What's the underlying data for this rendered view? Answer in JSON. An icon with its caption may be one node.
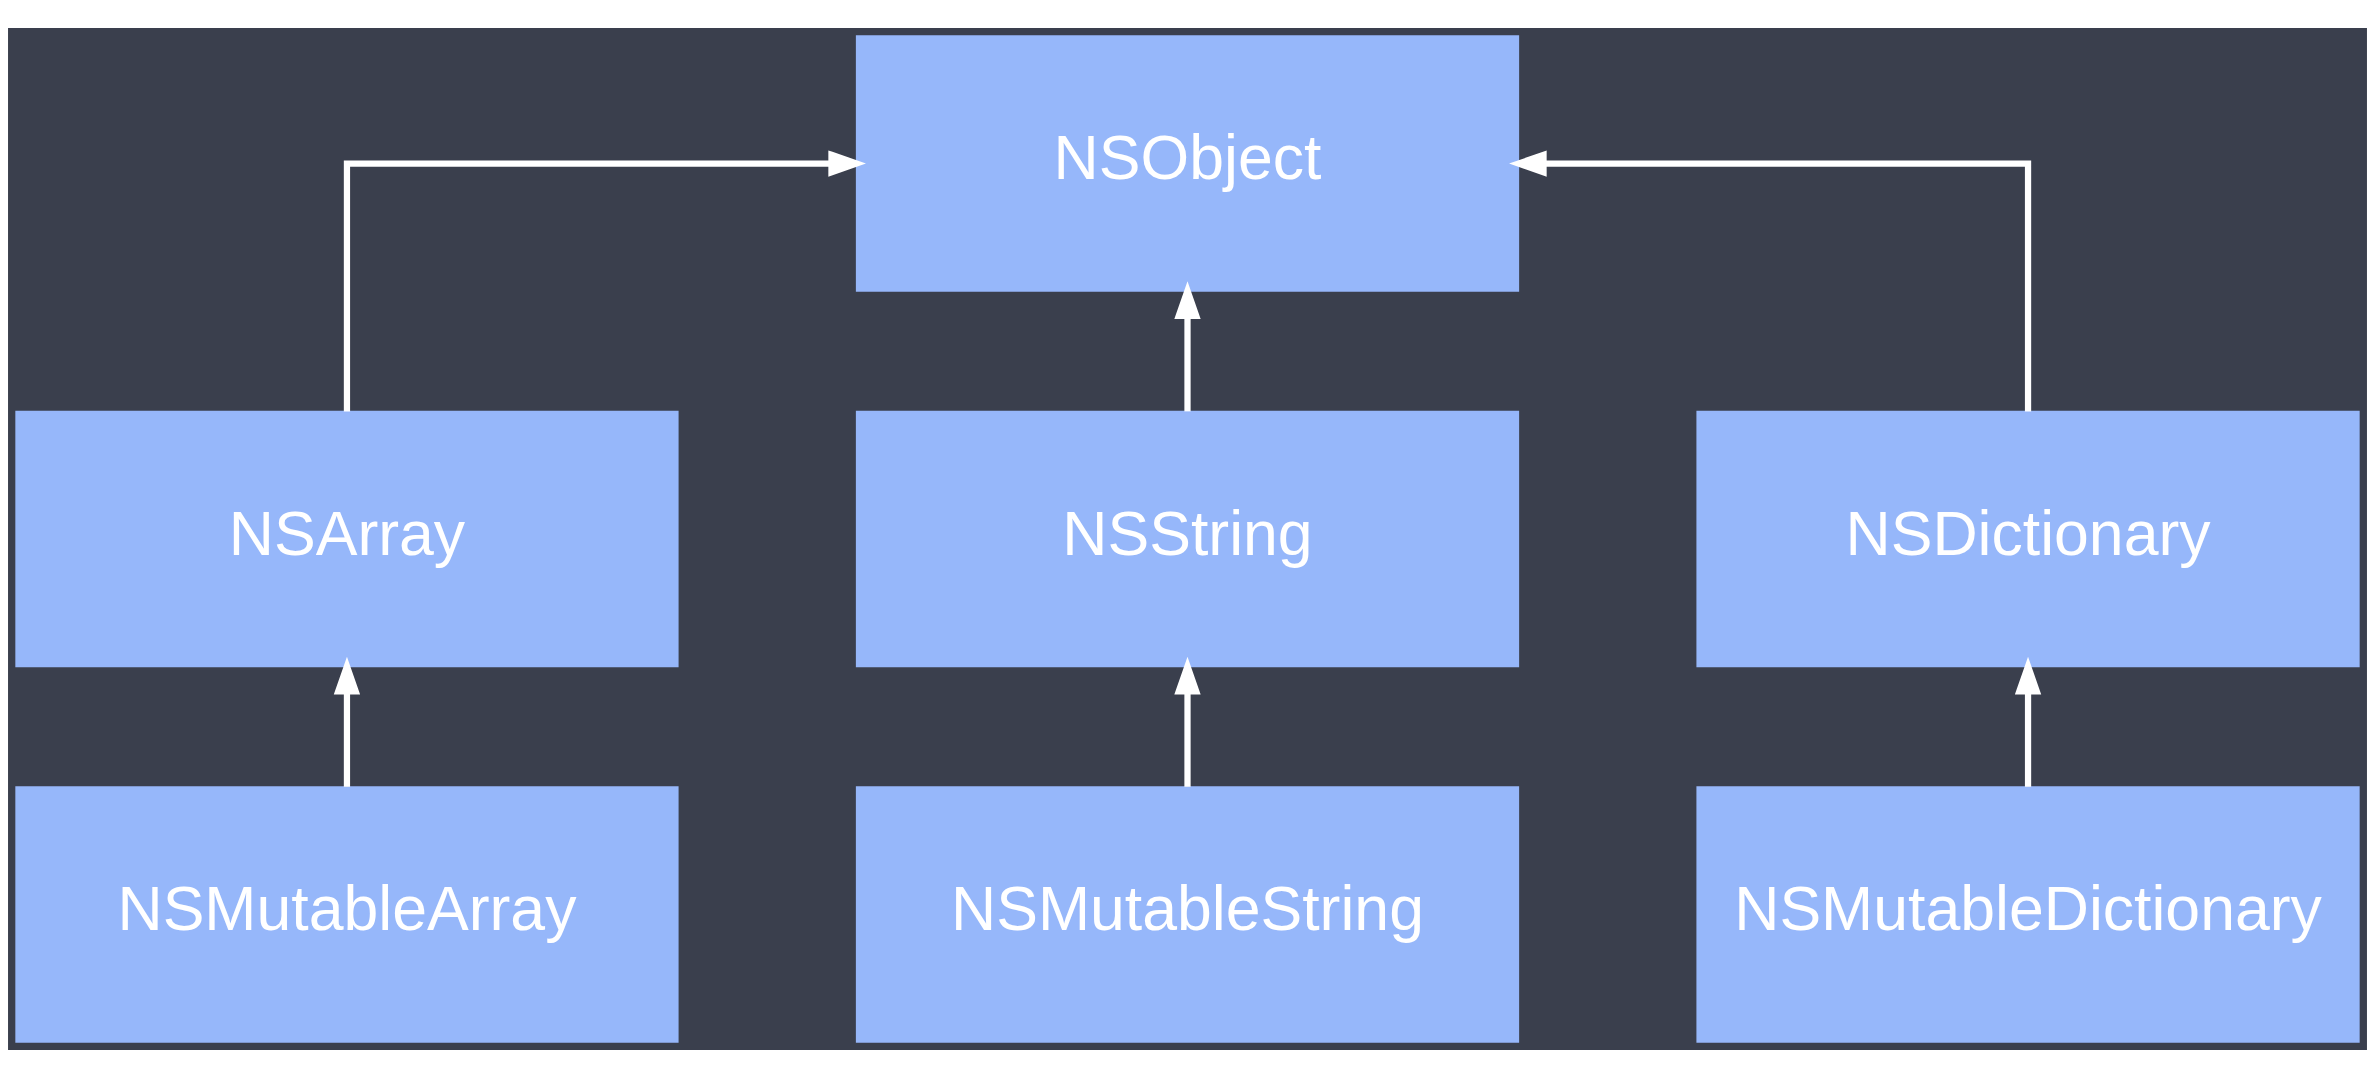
{
  "diagram": {
    "nodes": [
      {
        "text": [
          "NSObject"
        ]
      },
      {
        "text": [
          "NSArray"
        ]
      },
      {
        "text": [
          "NSString"
        ]
      },
      {
        "text": [
          "NSDictionary"
        ]
      },
      {
        "text": [
          "NSMutableArray"
        ]
      },
      {
        "text": [
          "NSMutableString"
        ]
      },
      {
        "text": [
          "NSMutableDictionary"
        ]
      }
    ],
    "edges": [
      {
        "from": 1,
        "to": 0,
        "arrow": "to"
      },
      {
        "from": 2,
        "to": 0,
        "arrow": "to"
      },
      {
        "from": 3,
        "to": 0,
        "arrow": "to"
      },
      {
        "from": 4,
        "to": 1,
        "arrow": "to"
      },
      {
        "from": 5,
        "to": 2,
        "arrow": "to"
      },
      {
        "from": 6,
        "to": 3,
        "arrow": "to"
      }
    ]
  }
}
